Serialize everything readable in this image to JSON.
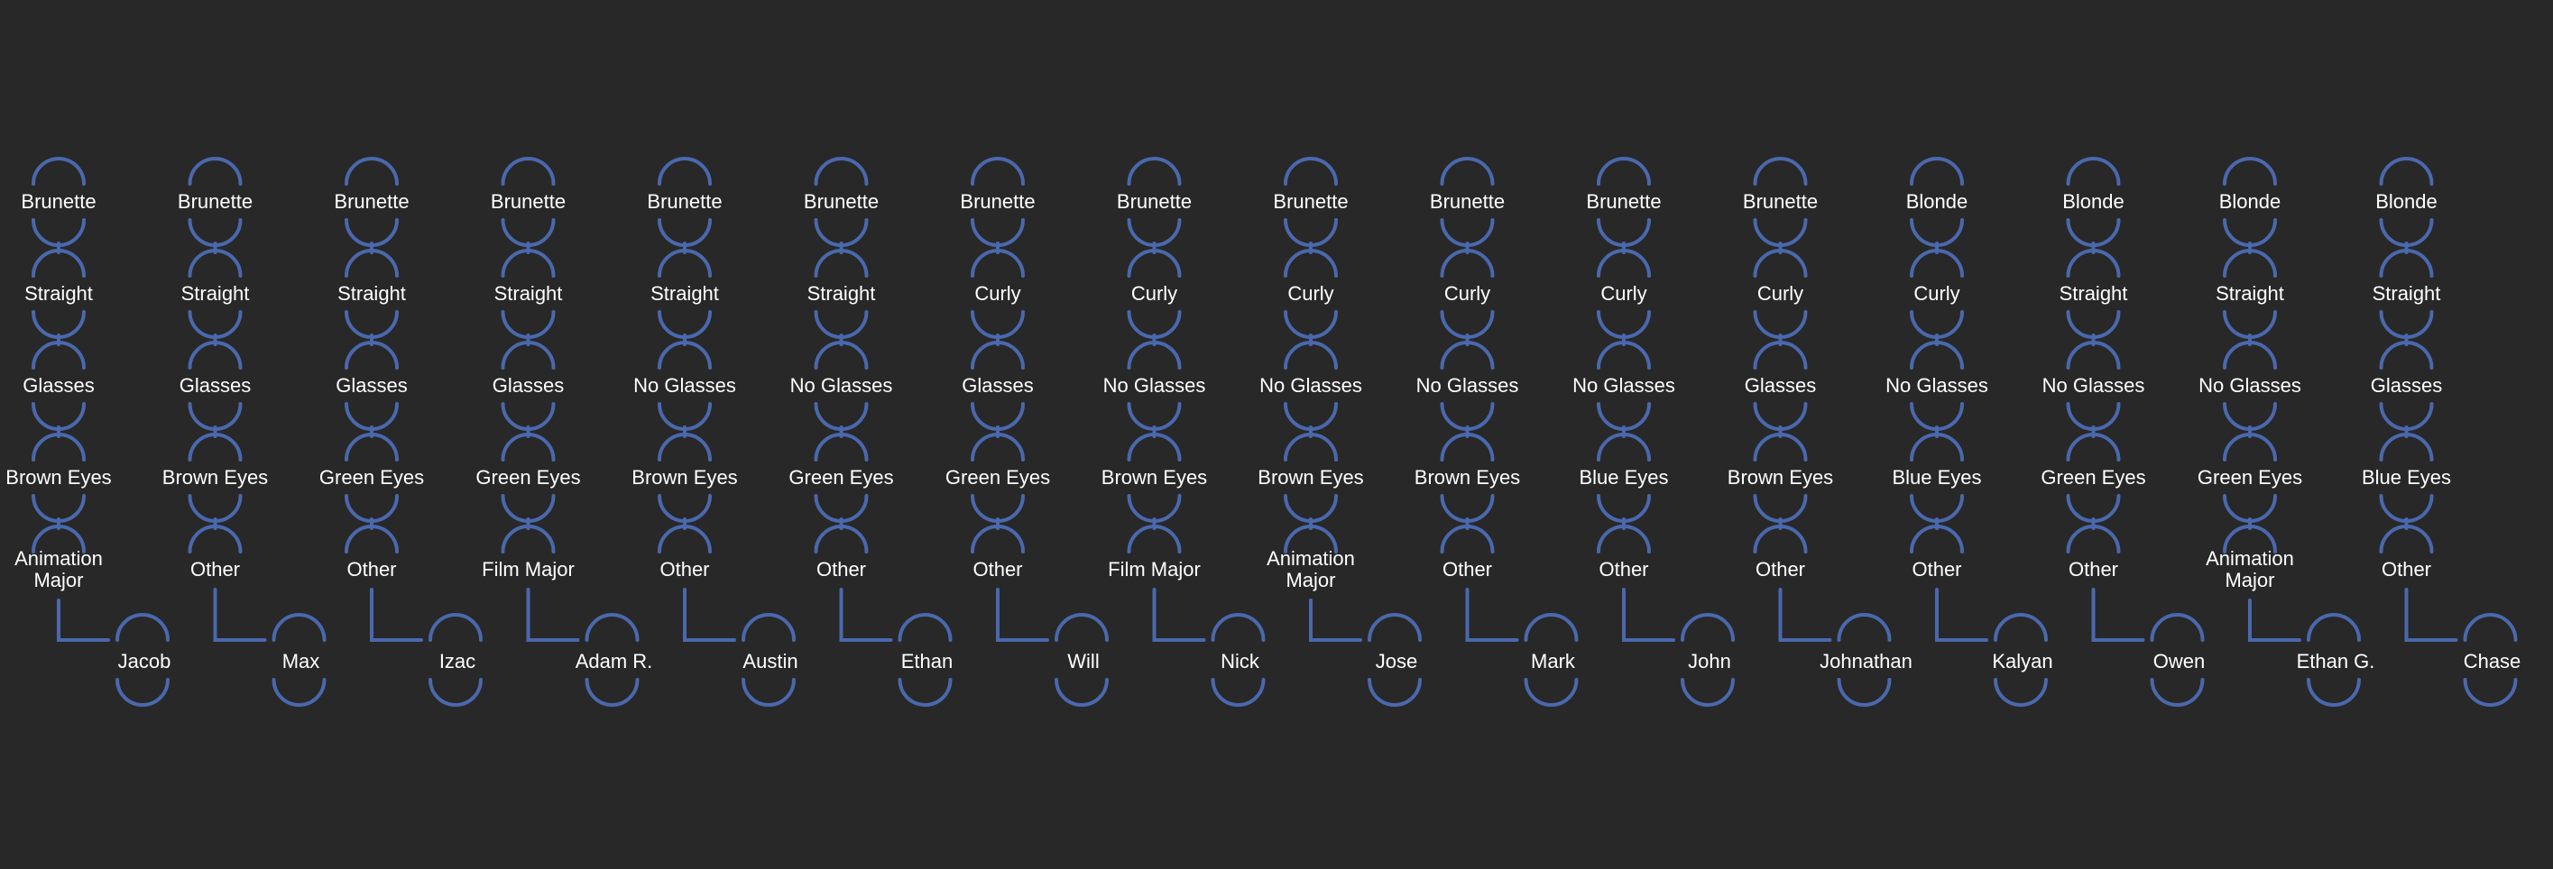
{
  "diagram": {
    "line_color": "#4a68ad",
    "text_color": "#ffffff",
    "background": "#282828",
    "columns": [
      {
        "attributes": [
          "Brunette",
          "Straight",
          "Glasses",
          "Brown Eyes",
          "Animation\nMajor"
        ],
        "name": "Jacob"
      },
      {
        "attributes": [
          "Brunette",
          "Straight",
          "Glasses",
          "Brown Eyes",
          "Other"
        ],
        "name": "Max"
      },
      {
        "attributes": [
          "Brunette",
          "Straight",
          "Glasses",
          "Green Eyes",
          "Other"
        ],
        "name": "Izac"
      },
      {
        "attributes": [
          "Brunette",
          "Straight",
          "Glasses",
          "Green Eyes",
          "Film Major"
        ],
        "name": "Adam R."
      },
      {
        "attributes": [
          "Brunette",
          "Straight",
          "No Glasses",
          "Brown Eyes",
          "Other"
        ],
        "name": "Austin"
      },
      {
        "attributes": [
          "Brunette",
          "Straight",
          "No Glasses",
          "Green Eyes",
          "Other"
        ],
        "name": "Ethan"
      },
      {
        "attributes": [
          "Brunette",
          "Curly",
          "Glasses",
          "Green Eyes",
          "Other"
        ],
        "name": "Will"
      },
      {
        "attributes": [
          "Brunette",
          "Curly",
          "No Glasses",
          "Brown Eyes",
          "Film Major"
        ],
        "name": "Nick"
      },
      {
        "attributes": [
          "Brunette",
          "Curly",
          "No Glasses",
          "Brown Eyes",
          "Animation\nMajor"
        ],
        "name": "Jose"
      },
      {
        "attributes": [
          "Brunette",
          "Curly",
          "No Glasses",
          "Brown Eyes",
          "Other"
        ],
        "name": "Mark"
      },
      {
        "attributes": [
          "Brunette",
          "Curly",
          "No Glasses",
          "Blue Eyes",
          "Other"
        ],
        "name": "John"
      },
      {
        "attributes": [
          "Brunette",
          "Curly",
          "Glasses",
          "Brown Eyes",
          "Other"
        ],
        "name": "Johnathan"
      },
      {
        "attributes": [
          "Blonde",
          "Curly",
          "No Glasses",
          "Blue Eyes",
          "Other"
        ],
        "name": "Kalyan"
      },
      {
        "attributes": [
          "Blonde",
          "Straight",
          "No Glasses",
          "Green Eyes",
          "Other"
        ],
        "name": "Owen"
      },
      {
        "attributes": [
          "Blonde",
          "Straight",
          "No Glasses",
          "Green Eyes",
          "Animation\nMajor"
        ],
        "name": "Ethan G."
      },
      {
        "attributes": [
          "Blonde",
          "Straight",
          "Glasses",
          "Blue Eyes",
          "Other"
        ],
        "name": "Chase"
      }
    ]
  }
}
